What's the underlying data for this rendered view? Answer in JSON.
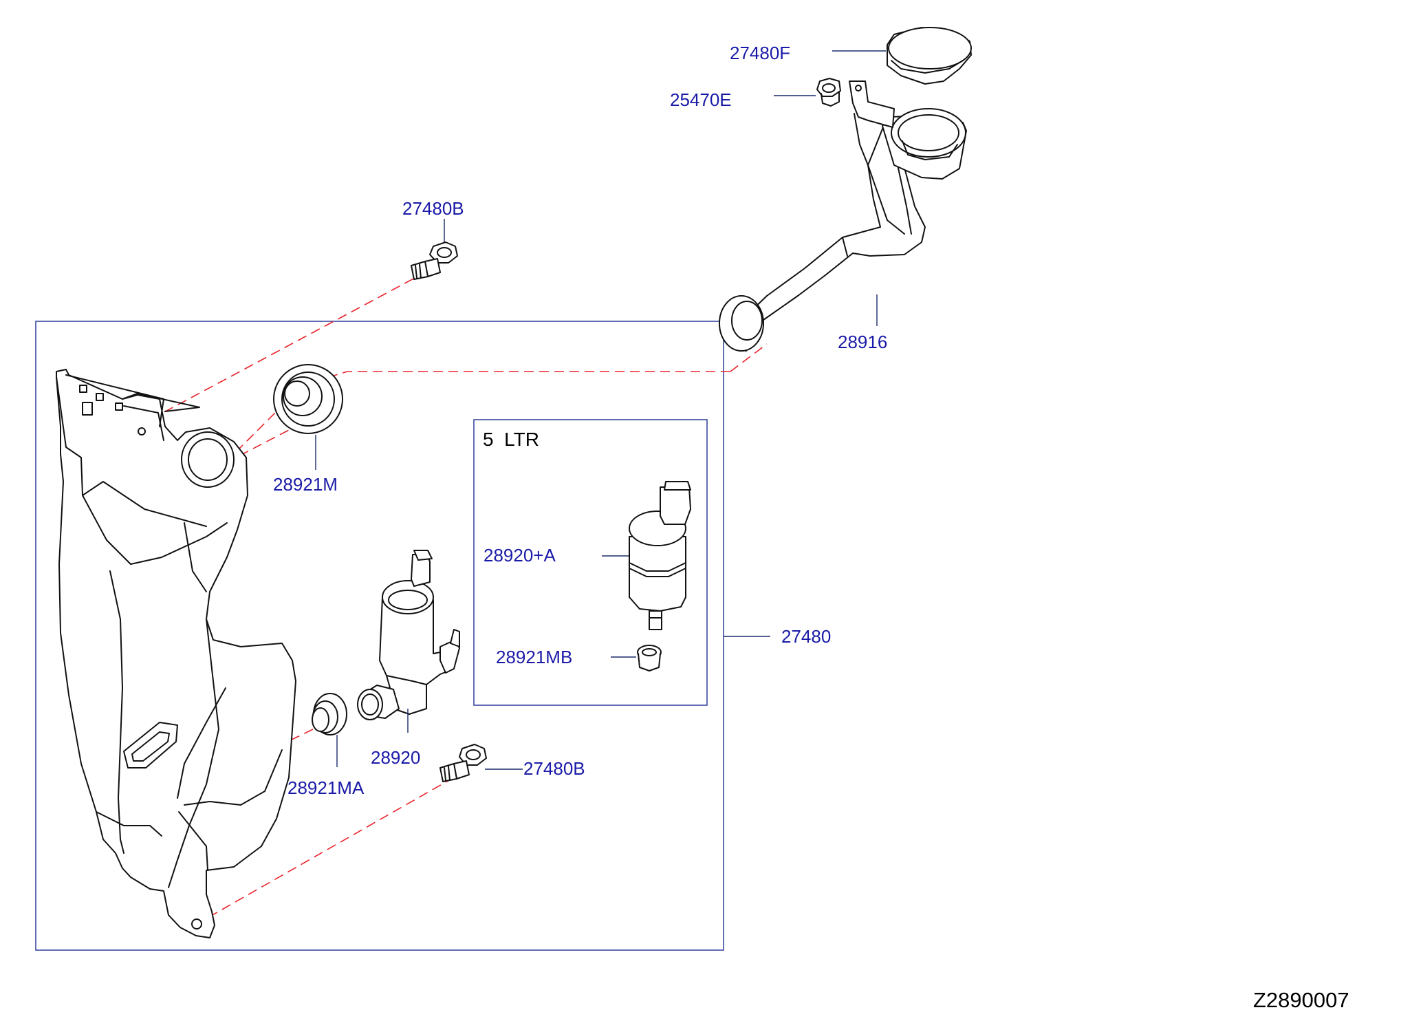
{
  "diagram": {
    "code": "Z2890007",
    "subgroup_title": "5  LTR",
    "callouts": {
      "cap": "27480F",
      "nut": "25470E",
      "bolt_top": "27480B",
      "filler_pipe": "28916",
      "grommet_tank": "28921M",
      "tank_assembly": "27480",
      "pump_alt": "28920+A",
      "seal_alt": "28921MB",
      "pump": "28920",
      "seal_pump": "28921MA",
      "bolt_bottom": "27480B"
    }
  }
}
